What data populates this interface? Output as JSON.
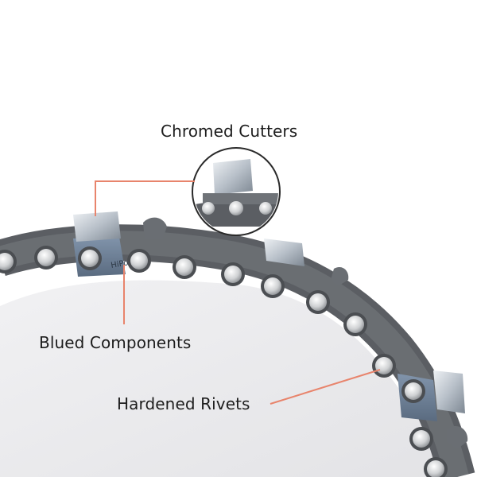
{
  "callouts": {
    "chromed_cutters": "Chromed Cutters",
    "blued_components": "Blued Components",
    "hardened_rivets": "Hardened Rivets"
  },
  "link_marking": "HiPo",
  "colors": {
    "background": "#ffffff",
    "bar": "#e9e9eb",
    "chain_link": "#5b5e63",
    "blued_link": "#6f8298",
    "cutter_chrome": "#c7cdd4",
    "rivet": "#d9d9d9",
    "leader_line": "#e8846c",
    "label_text": "#1d1d1d"
  }
}
